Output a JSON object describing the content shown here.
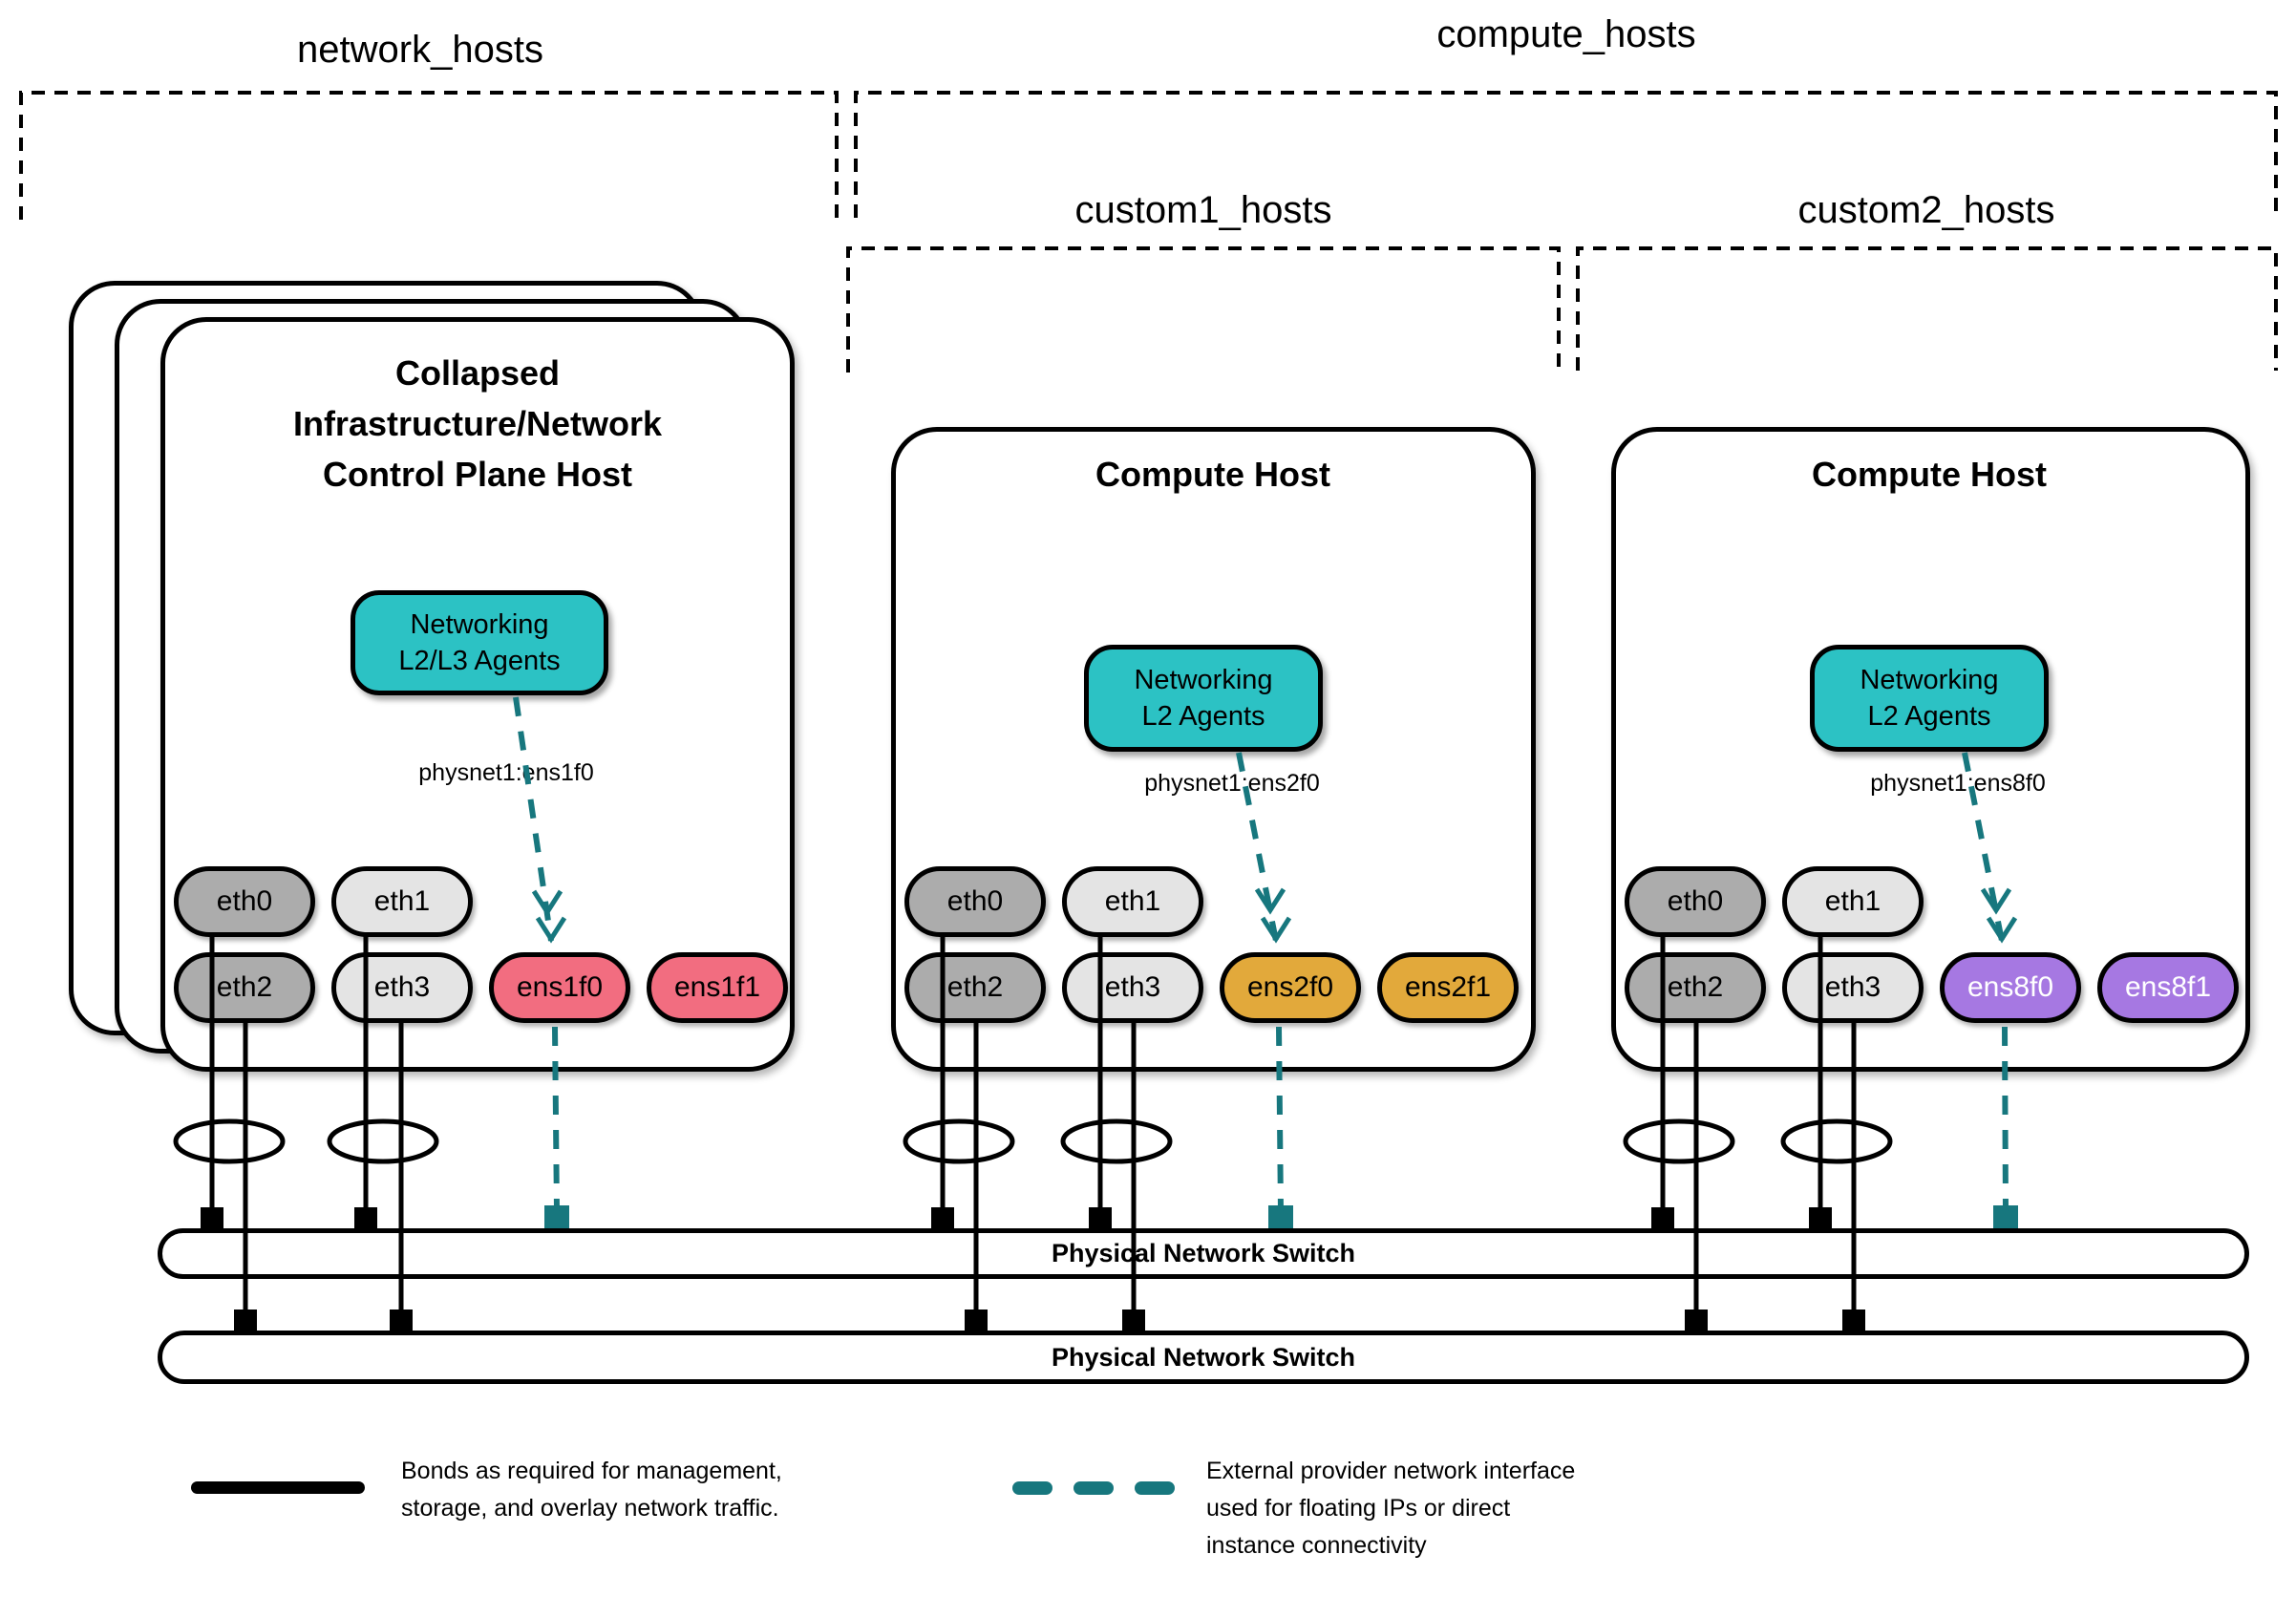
{
  "groups": {
    "network_hosts": {
      "label": "network_hosts"
    },
    "compute_hosts": {
      "label": "compute_hosts"
    },
    "custom1_hosts": {
      "label": "custom1_hosts"
    },
    "custom2_hosts": {
      "label": "custom2_hosts"
    }
  },
  "hosts": [
    {
      "title_lines": [
        "Collapsed",
        "Infrastructure/Network",
        "Control Plane Host"
      ],
      "agent": {
        "line1": "Networking",
        "line2": "L2/L3 Agents"
      },
      "physnet_label": "physnet1:ens1f0",
      "nics": {
        "row1": [
          {
            "label": "eth0",
            "color": "#ACACAC"
          },
          {
            "label": "eth1",
            "color": "#E4E4E4"
          }
        ],
        "row2": [
          {
            "label": "eth2",
            "color": "#ACACAC"
          },
          {
            "label": "eth3",
            "color": "#E4E4E4"
          },
          {
            "label": "ens1f0",
            "color": "#F26D80"
          },
          {
            "label": "ens1f1",
            "color": "#F26D80"
          }
        ]
      }
    },
    {
      "title": "Compute Host",
      "agent": {
        "line1": "Networking",
        "line2": "L2 Agents"
      },
      "physnet_label": "physnet1:ens2f0",
      "nics": {
        "row1": [
          {
            "label": "eth0",
            "color": "#ACACAC"
          },
          {
            "label": "eth1",
            "color": "#E4E4E4"
          }
        ],
        "row2": [
          {
            "label": "eth2",
            "color": "#ACACAC"
          },
          {
            "label": "eth3",
            "color": "#E4E4E4"
          },
          {
            "label": "ens2f0",
            "color": "#E2A93B"
          },
          {
            "label": "ens2f1",
            "color": "#E2A93B"
          }
        ]
      }
    },
    {
      "title": "Compute Host",
      "agent": {
        "line1": "Networking",
        "line2": "L2 Agents"
      },
      "physnet_label": "physnet1:ens8f0",
      "nics": {
        "row1": [
          {
            "label": "eth0",
            "color": "#ACACAC"
          },
          {
            "label": "eth1",
            "color": "#E4E4E4"
          }
        ],
        "row2": [
          {
            "label": "eth2",
            "color": "#ACACAC"
          },
          {
            "label": "eth3",
            "color": "#E4E4E4"
          },
          {
            "label": "ens8f0",
            "color": "#A678E2"
          },
          {
            "label": "ens8f1",
            "color": "#A678E2"
          }
        ]
      }
    }
  ],
  "switches": [
    {
      "label": "Physical Network Switch"
    },
    {
      "label": "Physical Network Switch"
    }
  ],
  "legend": {
    "bond": {
      "line1": "Bonds as required for management,",
      "line2": "storage, and overlay network traffic."
    },
    "external": {
      "line1": "External provider network interface",
      "line2": "used for floating IPs or direct",
      "line3": "instance connectivity"
    }
  },
  "colors": {
    "agent_teal": "#2CC2C4",
    "dash_teal": "#17777E",
    "nic_gray_dark": "#ACACAC",
    "nic_gray_light": "#E4E4E4",
    "nic_pink": "#F26D80",
    "nic_gold": "#E2A93B",
    "nic_purple": "#A678E2",
    "line_black": "#000000"
  }
}
